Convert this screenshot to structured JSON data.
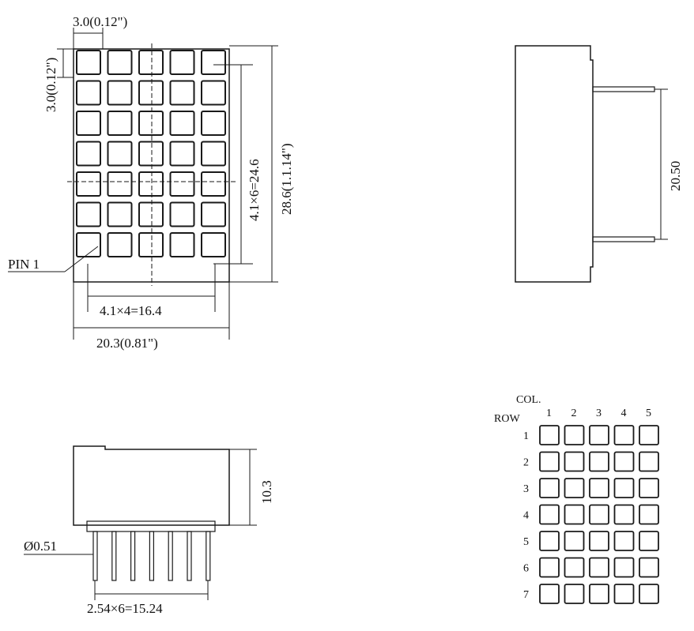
{
  "front_view": {
    "top_width_label": "3.0(0.12\")",
    "left_height_label": "3.0(0.12\")",
    "pitch_v_label": "4.1×6=24.6",
    "height_label": "28.6(1.1.14\")",
    "pin_label": "PIN 1",
    "pitch_h_label": "4.1×4=16.4",
    "width_label": "20.3(0.81\")"
  },
  "side_view": {
    "pin_span_label": "20.50"
  },
  "bottom_view": {
    "height_label": "10.3",
    "pin_diameter_label": "Ø0.51",
    "pin_pitch_label": "2.54×6=15.24"
  },
  "matrix_diagram": {
    "col_header": "COL.",
    "row_header": "ROW",
    "columns": [
      "1",
      "2",
      "3",
      "4",
      "5"
    ],
    "rows": [
      "1",
      "2",
      "3",
      "4",
      "5",
      "6",
      "7"
    ]
  },
  "colors": {
    "line": "#1a1a1a",
    "background": "#ffffff"
  }
}
